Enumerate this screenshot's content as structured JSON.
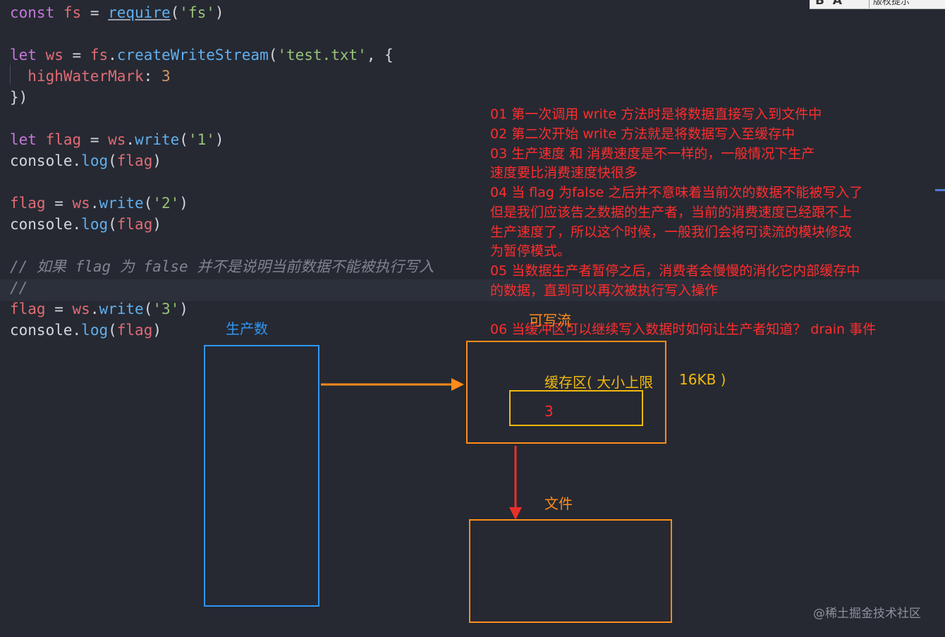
{
  "editor": {
    "lines": [
      {
        "parts": [
          {
            "t": "const",
            "c": "kw"
          },
          {
            "t": " ",
            "c": "plain"
          },
          {
            "t": "fs",
            "c": "var"
          },
          {
            "t": " = ",
            "c": "plain"
          },
          {
            "t": "require",
            "c": "fn ul"
          },
          {
            "t": "(",
            "c": "plain"
          },
          {
            "t": "'fs'",
            "c": "str"
          },
          {
            "t": ")",
            "c": "plain"
          }
        ]
      },
      {
        "parts": []
      },
      {
        "parts": [
          {
            "t": "let",
            "c": "kw"
          },
          {
            "t": " ",
            "c": "plain"
          },
          {
            "t": "ws",
            "c": "var"
          },
          {
            "t": " = ",
            "c": "plain"
          },
          {
            "t": "fs",
            "c": "var"
          },
          {
            "t": ".",
            "c": "plain"
          },
          {
            "t": "createWriteStream",
            "c": "fn"
          },
          {
            "t": "(",
            "c": "plain"
          },
          {
            "t": "'test.txt'",
            "c": "str"
          },
          {
            "t": ", {",
            "c": "plain"
          }
        ]
      },
      {
        "parts": [
          {
            "t": "  ",
            "c": "plain"
          },
          {
            "t": "highWaterMark",
            "c": "var"
          },
          {
            "t": ": ",
            "c": "plain"
          },
          {
            "t": "3",
            "c": "num"
          }
        ]
      },
      {
        "parts": [
          {
            "t": "})",
            "c": "plain"
          }
        ]
      },
      {
        "parts": []
      },
      {
        "parts": [
          {
            "t": "let",
            "c": "kw"
          },
          {
            "t": " ",
            "c": "plain"
          },
          {
            "t": "flag",
            "c": "var"
          },
          {
            "t": " = ",
            "c": "plain"
          },
          {
            "t": "ws",
            "c": "var"
          },
          {
            "t": ".",
            "c": "plain"
          },
          {
            "t": "write",
            "c": "fn"
          },
          {
            "t": "(",
            "c": "plain"
          },
          {
            "t": "'1'",
            "c": "str"
          },
          {
            "t": ")",
            "c": "plain"
          }
        ]
      },
      {
        "parts": [
          {
            "t": "console",
            "c": "plain"
          },
          {
            "t": ".",
            "c": "plain"
          },
          {
            "t": "log",
            "c": "fn"
          },
          {
            "t": "(",
            "c": "plain"
          },
          {
            "t": "flag",
            "c": "var"
          },
          {
            "t": ")",
            "c": "plain"
          }
        ]
      },
      {
        "parts": []
      },
      {
        "parts": [
          {
            "t": "flag",
            "c": "var"
          },
          {
            "t": " = ",
            "c": "plain"
          },
          {
            "t": "ws",
            "c": "var"
          },
          {
            "t": ".",
            "c": "plain"
          },
          {
            "t": "write",
            "c": "fn"
          },
          {
            "t": "(",
            "c": "plain"
          },
          {
            "t": "'2'",
            "c": "str"
          },
          {
            "t": ")",
            "c": "plain"
          }
        ]
      },
      {
        "parts": [
          {
            "t": "console",
            "c": "plain"
          },
          {
            "t": ".",
            "c": "plain"
          },
          {
            "t": "log",
            "c": "fn"
          },
          {
            "t": "(",
            "c": "plain"
          },
          {
            "t": "flag",
            "c": "var"
          },
          {
            "t": ")",
            "c": "plain"
          }
        ]
      },
      {
        "parts": []
      },
      {
        "parts": [
          {
            "t": "// 如果 flag 为 false 并不是说明当前数据不能被执行写入",
            "c": "cmt"
          }
        ]
      },
      {
        "parts": [
          {
            "t": "//",
            "c": "cmt"
          }
        ]
      },
      {
        "parts": [
          {
            "t": "flag",
            "c": "var"
          },
          {
            "t": " = ",
            "c": "plain"
          },
          {
            "t": "ws",
            "c": "var"
          },
          {
            "t": ".",
            "c": "plain"
          },
          {
            "t": "write",
            "c": "fn"
          },
          {
            "t": "(",
            "c": "plain"
          },
          {
            "t": "'3'",
            "c": "str"
          },
          {
            "t": ")",
            "c": "plain"
          }
        ]
      },
      {
        "parts": [
          {
            "t": "console",
            "c": "plain"
          },
          {
            "t": ".",
            "c": "plain"
          },
          {
            "t": "log",
            "c": "fn"
          },
          {
            "t": "(",
            "c": "plain"
          },
          {
            "t": "flag",
            "c": "var"
          },
          {
            "t": ")",
            "c": "plain"
          }
        ]
      }
    ]
  },
  "notes": {
    "color": "#ff2d2d",
    "lines": [
      "01 第一次调用 write 方法时是将数据直接写入到文件中",
      "02 第二次开始 write 方法就是将数据写入至缓存中",
      "03 生产速度 和 消费速度是不一样的，一般情况下生产",
      "速度要比消费速度快很多",
      "04 当 flag 为false 之后并不意味着当前次的数据不能被写入了",
      "但是我们应该告之数据的生产者，当前的消费速度已经跟不上",
      "生产速度了，所以这个时候，一般我们会将可读流的模块修改",
      "为暂停模式。",
      "05 当数据生产者暂停之后，消费者会慢慢的消化它内部缓存中",
      "的数据，直到可以再次被执行写入操作",
      "06 当缓冲区可以继续写入数据时如何让生产者知道？ drain 事件"
    ]
  },
  "diagram": {
    "producer_label": "生产数",
    "writable_label": "可写流",
    "buffer_label": "缓存区( 大小上限",
    "buffer_limit": "16KB )",
    "buffer_value": "3",
    "file_label": "文件",
    "colors": {
      "producer": "#2f96f5",
      "writable": "#ff8c1a",
      "buffer": "#f2b90c",
      "arrow_right": "#ff8c1a",
      "arrow_down": "#e8302a",
      "value": "#ff2d2d"
    }
  },
  "watermark": "@稀土掘金技术社区",
  "top_widget": {
    "left_text": "B  A",
    "right_text": "版权提示"
  }
}
